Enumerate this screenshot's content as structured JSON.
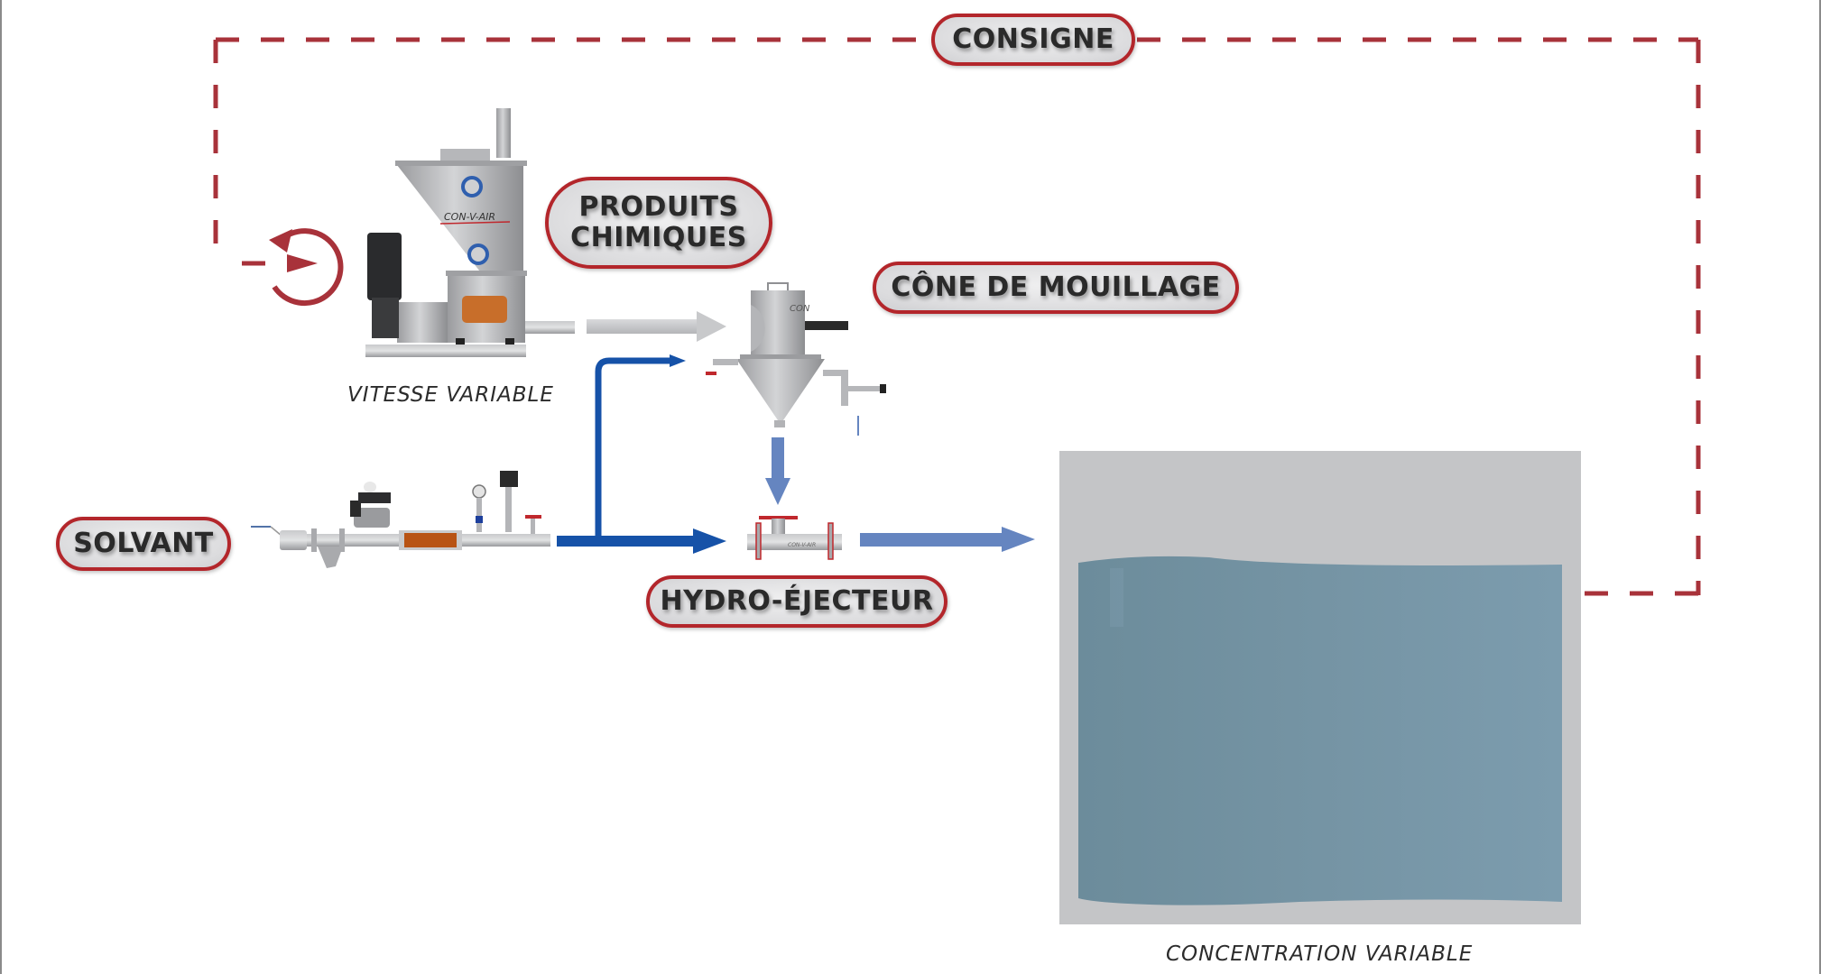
{
  "diagram": {
    "type": "process-flow",
    "labels": {
      "consigne": "CONSIGNE",
      "produits_chimiques_line1": "PRODUITS",
      "produits_chimiques_line2": "CHIMIQUES",
      "cone_de_mouillage": "CÔNE DE MOUILLAGE",
      "solvant": "SOLVANT",
      "hydro_ejecteur": "HYDRO-ÉJECTEUR"
    },
    "captions": {
      "feeder": "VITESSE VARIABLE",
      "tank": "CONCENTRATION VARIABLE"
    },
    "equipment": {
      "feeder_brand": "CON-V-AIR",
      "cone_brand": "CON",
      "ejector_brand": "CON-V-AIR"
    },
    "flows": [
      {
        "from": "feeder",
        "to": "cone",
        "medium": "chemical powder"
      },
      {
        "from": "solvent-line",
        "to": "cone",
        "medium": "solvent"
      },
      {
        "from": "solvent-line",
        "to": "hydro-ejector",
        "medium": "solvent"
      },
      {
        "from": "cone",
        "to": "hydro-ejector",
        "medium": "wetted mix"
      },
      {
        "from": "hydro-ejector",
        "to": "tank",
        "medium": "solution"
      },
      {
        "from": "tank",
        "to": "feeder-speed-control",
        "medium": "setpoint feedback (dashed)"
      }
    ],
    "colors": {
      "loop_red": "#a8323a",
      "pill_border": "#b3262b",
      "solvent_blue": "#1652a8",
      "mix_blue": "#6585c0",
      "powder_grey": "#c8c9cb",
      "tank_liquid": "#7293a3",
      "tank_shell": "#c4c5c7"
    }
  }
}
